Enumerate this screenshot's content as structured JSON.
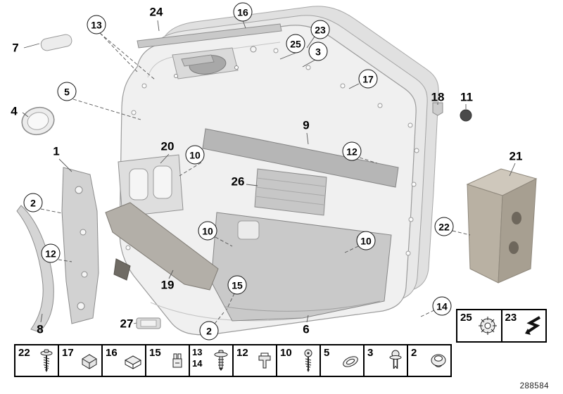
{
  "diagram": {
    "id": "288584",
    "description": "Door trim panel exploded parts diagram"
  },
  "callouts": [
    {
      "label": "7"
    },
    {
      "label": "13"
    },
    {
      "label": "24"
    },
    {
      "label": "16"
    },
    {
      "label": "23"
    },
    {
      "label": "25"
    },
    {
      "label": "3"
    },
    {
      "label": "17"
    },
    {
      "label": "18"
    },
    {
      "label": "11"
    },
    {
      "label": "4"
    },
    {
      "label": "5"
    },
    {
      "label": "1"
    },
    {
      "label": "20"
    },
    {
      "label": "10"
    },
    {
      "label": "9"
    },
    {
      "label": "12"
    },
    {
      "label": "26"
    },
    {
      "label": "2"
    },
    {
      "label": "21"
    },
    {
      "label": "22"
    },
    {
      "label": "12"
    },
    {
      "label": "10"
    },
    {
      "label": "10"
    },
    {
      "label": "15"
    },
    {
      "label": "19"
    },
    {
      "label": "8"
    },
    {
      "label": "27"
    },
    {
      "label": "2"
    },
    {
      "label": "6"
    },
    {
      "label": "14"
    }
  ],
  "legend": {
    "cells": [
      {
        "labels": [
          "22"
        ],
        "icon": "screw-with-washer"
      },
      {
        "labels": [
          "17"
        ],
        "icon": "spring-clip"
      },
      {
        "labels": [
          "16"
        ],
        "icon": "flat-clip"
      },
      {
        "labels": [
          "15"
        ],
        "icon": "expanding-nut"
      },
      {
        "labels": [
          "13",
          "14"
        ],
        "icon": "push-rivet"
      },
      {
        "labels": [
          "12"
        ],
        "icon": "retaining-clip"
      },
      {
        "labels": [
          "10"
        ],
        "icon": "torx-screw"
      },
      {
        "labels": [
          "5"
        ],
        "icon": "oval-gasket"
      },
      {
        "labels": [
          "3"
        ],
        "icon": "expanding-rivet"
      },
      {
        "labels": [
          "2"
        ],
        "icon": "blind-plug"
      }
    ],
    "corner": [
      {
        "label": "25",
        "icon": "lock-washer"
      },
      {
        "label": "23",
        "icon": "foil-arrow"
      }
    ]
  }
}
